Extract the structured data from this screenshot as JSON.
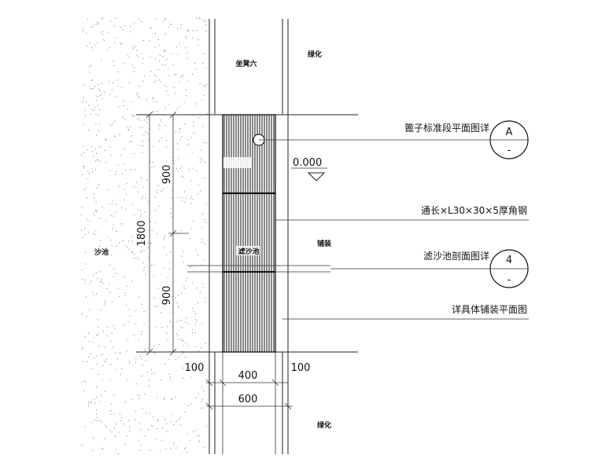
{
  "labels": {
    "seat_top": "坐凳六",
    "green_top": "绿化",
    "green_bottom": "绿化",
    "sand_pool": "沙池",
    "filter_pool": "滤沙池",
    "paving": "铺装",
    "elevation": "0.000"
  },
  "callouts": [
    {
      "text": "篦子标准段平面图详",
      "bubble_top": "A",
      "bubble_bottom": "-"
    },
    {
      "text": "通长×L30×30×5厚角钢"
    },
    {
      "text": "滤沙池剖面图详",
      "bubble_top": "4",
      "bubble_bottom": "-"
    },
    {
      "text": "详具体铺装平面图"
    }
  ],
  "dimensions": {
    "total_height": "1800",
    "upper_half": "900",
    "lower_half": "900",
    "left_margin": "100",
    "right_margin": "100",
    "inner_width": "400",
    "outer_width": "600"
  }
}
